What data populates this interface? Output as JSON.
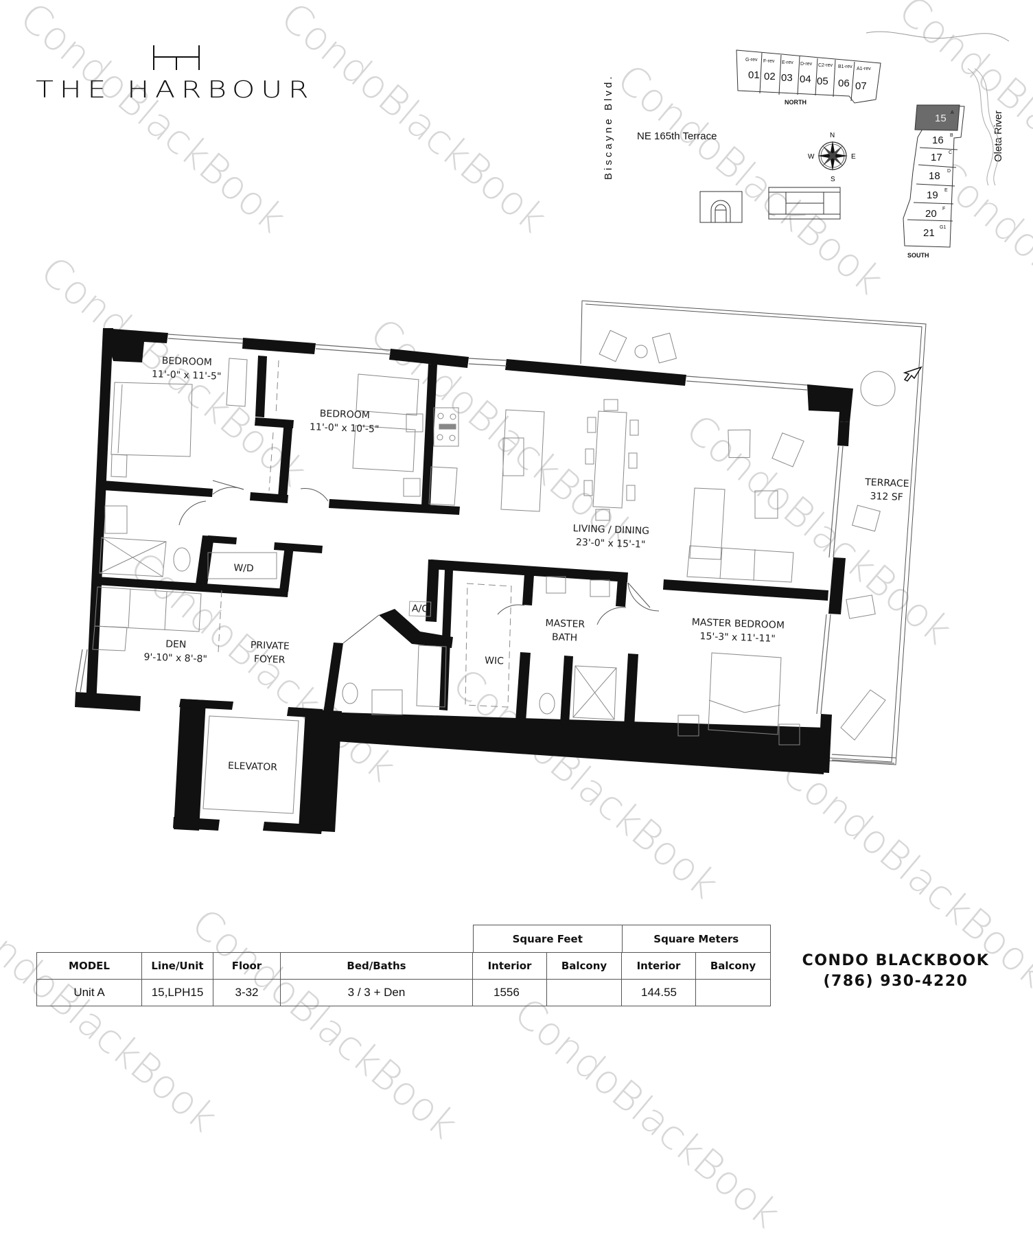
{
  "header": {
    "logo_mark": "HH",
    "brand_title": "THE HARBOUR"
  },
  "key_plan": {
    "streets": {
      "west": "Biscayne Blvd.",
      "north_side": "NE 165th Terrace",
      "east": "Oleta River"
    },
    "compass": {
      "n": "N",
      "s": "S",
      "e": "E",
      "w": "W"
    },
    "north_wing": {
      "label": "NORTH",
      "units": [
        {
          "number": "01",
          "model": "G-rev"
        },
        {
          "number": "02",
          "model": "F-rev"
        },
        {
          "number": "03",
          "model": "E-rev"
        },
        {
          "number": "04",
          "model": "D-rev"
        },
        {
          "number": "05",
          "model": "C2-rev"
        },
        {
          "number": "06",
          "model": "B1-rev"
        },
        {
          "number": "07",
          "model": "A1-rev"
        }
      ]
    },
    "south_wing": {
      "label": "SOUTH",
      "units": [
        {
          "number": "15",
          "model": "A",
          "highlighted": true
        },
        {
          "number": "16",
          "model": "B"
        },
        {
          "number": "17",
          "model": "C"
        },
        {
          "number": "18",
          "model": "D"
        },
        {
          "number": "19",
          "model": "E"
        },
        {
          "number": "20",
          "model": "F"
        },
        {
          "number": "21",
          "model": "G1"
        }
      ]
    },
    "highlight_color": "#6b6b6b"
  },
  "floor_plan": {
    "rooms": [
      {
        "id": "bedroom-1",
        "name": "BEDROOM",
        "size": "11'-0\" x 11'-5\""
      },
      {
        "id": "bedroom-2",
        "name": "BEDROOM",
        "size": "11'-0\" x 10'-5\""
      },
      {
        "id": "living-dining",
        "name": "LIVING / DINING",
        "size": "23'-0\" x 15'-1\""
      },
      {
        "id": "terrace",
        "name": "TERRACE",
        "size": "312 SF"
      },
      {
        "id": "den",
        "name": "DEN",
        "size": "9'-10\" x 8'-8\""
      },
      {
        "id": "private-foyer",
        "name": "PRIVATE",
        "size": "FOYER"
      },
      {
        "id": "master-bath",
        "name": "MASTER",
        "size": "BATH"
      },
      {
        "id": "master-bedroom",
        "name": "MASTER BEDROOM",
        "size": "15'-3\" x 11'-11\""
      },
      {
        "id": "wic",
        "name": "WIC",
        "size": ""
      },
      {
        "id": "ac",
        "name": "A/C",
        "size": ""
      },
      {
        "id": "wd",
        "name": "W/D",
        "size": ""
      },
      {
        "id": "elevator",
        "name": "ELEVATOR",
        "size": ""
      }
    ]
  },
  "spec_table": {
    "group_headers": {
      "square_feet": "Square Feet",
      "square_meters": "Square Meters"
    },
    "columns": [
      "MODEL",
      "Line/Unit",
      "Floor",
      "Bed/Baths",
      "Interior",
      "Balcony",
      "Interior",
      "Balcony"
    ],
    "row": {
      "model": "Unit A",
      "line_unit": "15,LPH15",
      "floor": "3-32",
      "bed_baths": "3 / 3 + Den",
      "sqft_interior": "1556",
      "sqft_balcony": "",
      "sqm_interior": "144.55",
      "sqm_balcony": ""
    }
  },
  "contact": {
    "brand_left": "CONDO",
    "brand_right": "BLACKBOOK",
    "phone": "(786) 930-4220"
  },
  "watermark": {
    "text": "CondoBlackBook"
  }
}
